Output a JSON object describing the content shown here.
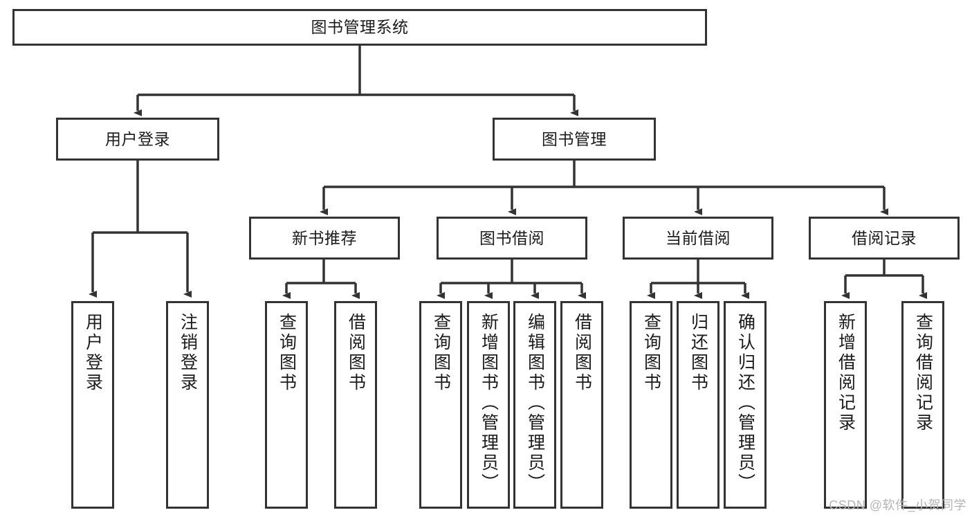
{
  "diagram": {
    "type": "tree-hierarchy",
    "title": "图书管理系统",
    "watermark": "CSDN @软件_小贺同学",
    "colors": {
      "stroke": "#333333",
      "background": "#ffffff",
      "text": "#1b1b1b",
      "watermark": "#b4b4b4"
    },
    "nodes": {
      "root": "图书管理系统",
      "level2": [
        "用户登录",
        "图书管理"
      ],
      "level3": [
        "新书推荐",
        "图书借阅",
        "当前借阅",
        "借阅记录"
      ],
      "leaves_user_login": [
        "用户登录",
        "注销登录"
      ],
      "leaves_new_book": [
        "查询图书",
        "借阅图书"
      ],
      "leaves_borrow": [
        "查询图书",
        "新增图书（管理员）",
        "编辑图书（管理员）",
        "借阅图书"
      ],
      "leaves_current": [
        "查询图书",
        "归还图书",
        "确认归还（管理员）"
      ],
      "leaves_records": [
        "新增借阅记录",
        "查询借阅记录"
      ]
    }
  }
}
